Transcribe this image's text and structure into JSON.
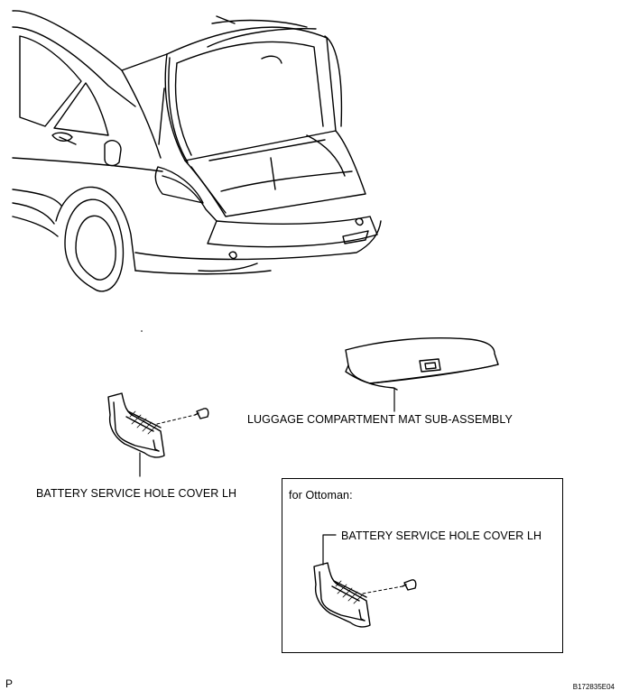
{
  "labels": {
    "luggage_mat": "LUGGAGE COMPARTMENT MAT SUB-ASSEMBLY",
    "battery_cover_main": "BATTERY SERVICE HOLE COVER LH",
    "ottoman_heading": "for Ottoman:",
    "battery_cover_ottoman": "BATTERY SERVICE HOLE COVER LH"
  },
  "footer": {
    "page_marker": "P",
    "figure_id": "B172835E04"
  },
  "icons": {
    "car": "car-rear-open-trunk-drawing",
    "mat": "luggage-mat-drawing",
    "cover": "battery-cover-drawing",
    "clip": "clip-fastener-drawing"
  }
}
